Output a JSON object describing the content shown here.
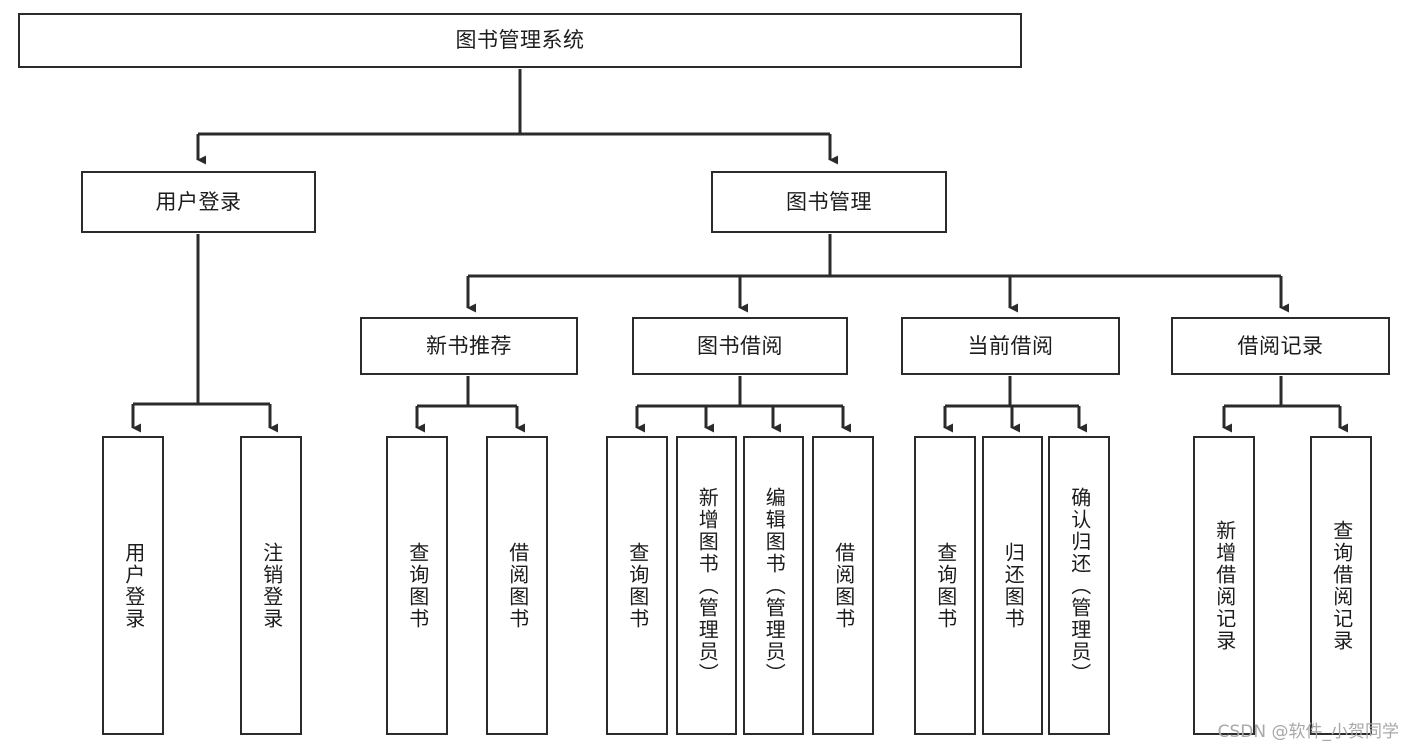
{
  "diagram": {
    "title": "图书管理系统",
    "type": "tree-hierarchy",
    "orientation": "top-down",
    "colors": {
      "box_border": "#2b2b2b",
      "box_fill": "#ffffff",
      "connector": "#2b2b2b",
      "text": "#1c1c1c",
      "watermark": "#a8a8a8",
      "background": "#ffffff"
    },
    "root": {
      "label": "图书管理系统"
    },
    "level2": [
      {
        "label": "用户登录"
      },
      {
        "label": "图书管理"
      }
    ],
    "level3": [
      {
        "label": "新书推荐"
      },
      {
        "label": "图书借阅"
      },
      {
        "label": "当前借阅"
      },
      {
        "label": "借阅记录"
      }
    ],
    "leaves": {
      "user_login": [
        {
          "label": "用户登录"
        },
        {
          "label": "注销登录"
        }
      ],
      "new_book_recommend": [
        {
          "label": "查询图书"
        },
        {
          "label": "借阅图书"
        }
      ],
      "book_borrow": [
        {
          "label": "查询图书"
        },
        {
          "label": "新增图书（管理员）"
        },
        {
          "label": "编辑图书（管理员）"
        },
        {
          "label": "借阅图书"
        }
      ],
      "current_borrow": [
        {
          "label": "查询图书"
        },
        {
          "label": "归还图书"
        },
        {
          "label": "确认归还（管理员）"
        }
      ],
      "borrow_record": [
        {
          "label": "新增借阅记录"
        },
        {
          "label": "查询借阅记录"
        }
      ]
    },
    "watermark": "CSDN @软件_小贺同学"
  }
}
